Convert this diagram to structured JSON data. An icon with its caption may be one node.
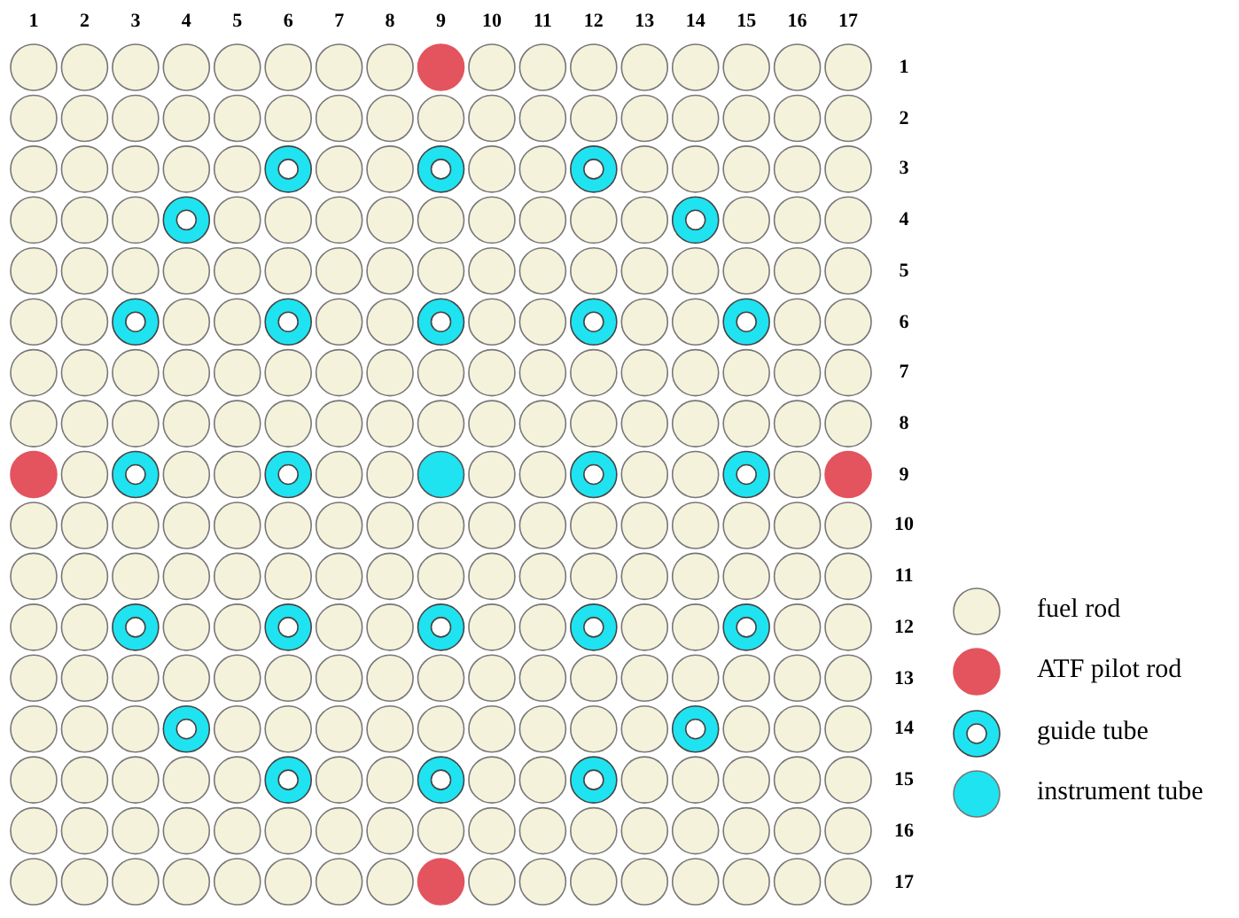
{
  "diagram": {
    "labels": [
      "1",
      "2",
      "3",
      "4",
      "5",
      "6",
      "7",
      "8",
      "9",
      "10",
      "11",
      "12",
      "13",
      "14",
      "15",
      "16",
      "17",
      "1",
      "2",
      "3",
      "4",
      "5",
      "6",
      "7",
      "8",
      "9",
      "10",
      "11",
      "12",
      "13",
      "14",
      "15",
      "16",
      "17"
    ],
    "legend": [
      {
        "text": "fuel rod",
        "color": "#f5f2dc"
      },
      {
        "text": "ATF pilot rod",
        "color": "#e3545e"
      },
      {
        "text": "guide tube"
      },
      {
        "text": "instrument tube",
        "color": "#1fe3f0"
      }
    ]
  }
}
